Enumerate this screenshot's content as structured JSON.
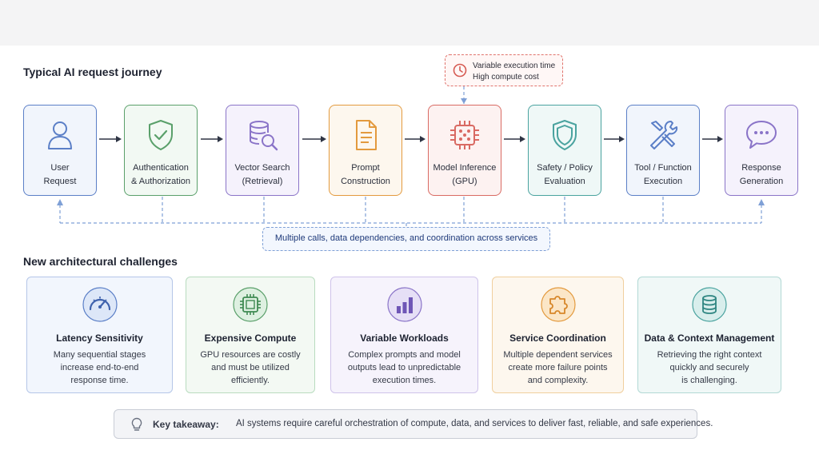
{
  "journey": {
    "title": "Typical AI request journey",
    "steps": [
      {
        "line1": "User",
        "line2": "Request",
        "icon": "user-icon",
        "color": "#5b7fc7",
        "bg": "#f1f5fc"
      },
      {
        "line1": "Authentication",
        "line2": "& Authorization",
        "icon": "shield-check-icon",
        "color": "#5aa06a",
        "bg": "#f2f9f3"
      },
      {
        "line1": "Vector Search",
        "line2": "(Retrieval)",
        "icon": "database-search-icon",
        "color": "#8a74c8",
        "bg": "#f5f2fc"
      },
      {
        "line1": "Prompt",
        "line2": "Construction",
        "icon": "document-icon",
        "color": "#e39a3e",
        "bg": "#fdf7ee"
      },
      {
        "line1": "Model Inference",
        "line2": "(GPU)",
        "icon": "gpu-chip-icon",
        "color": "#d96a63",
        "bg": "#fdf2f1"
      },
      {
        "line1": "Safety / Policy",
        "line2": "Evaluation",
        "icon": "shield-icon",
        "color": "#4aa39f",
        "bg": "#eff8f7"
      },
      {
        "line1": "Tool / Function",
        "line2": "Execution",
        "icon": "tools-icon",
        "color": "#5b7fc7",
        "bg": "#f1f5fc"
      },
      {
        "line1": "Response",
        "line2": "Generation",
        "icon": "chat-bubble-icon",
        "color": "#8a74c8",
        "bg": "#f5f2fc"
      }
    ],
    "callout": {
      "line1": "Variable execution time",
      "line2": "High compute cost"
    },
    "note": "Multiple calls, data dependencies, and coordination across services"
  },
  "challenges": {
    "title": "New architectural challenges",
    "cards": [
      {
        "title": "Latency Sensitivity",
        "lines": [
          "Many sequential stages",
          "increase end-to-end",
          "response time."
        ],
        "icon": "gauge-icon",
        "color": "#5b7fc7",
        "bg": "#f2f6fd"
      },
      {
        "title": "Expensive Compute",
        "lines": [
          "GPU resources are costly",
          "and must be utilized",
          "efficiently."
        ],
        "icon": "chip-icon",
        "color": "#5aa06a",
        "bg": "#f3f9f3"
      },
      {
        "title": "Variable Workloads",
        "lines": [
          "Complex prompts and model",
          "outputs lead to unpredictable",
          "execution times."
        ],
        "icon": "bar-chart-icon",
        "color": "#8a74c8",
        "bg": "#f6f3fc"
      },
      {
        "title": "Service Coordination",
        "lines": [
          "Multiple dependent services",
          "create more failure points",
          "and complexity."
        ],
        "icon": "puzzle-icon",
        "color": "#e39a3e",
        "bg": "#fdf7ee"
      },
      {
        "title": "Data & Context Management",
        "lines": [
          "Retrieving the right context",
          "quickly and securely",
          "is challenging."
        ],
        "icon": "database-icon",
        "color": "#4aa39f",
        "bg": "#f0f8f7"
      }
    ]
  },
  "takeaway": {
    "label": "Key takeaway:",
    "text": "AI systems require careful orchestration of compute, data, and services to deliver fast, reliable, and safe experiences."
  }
}
